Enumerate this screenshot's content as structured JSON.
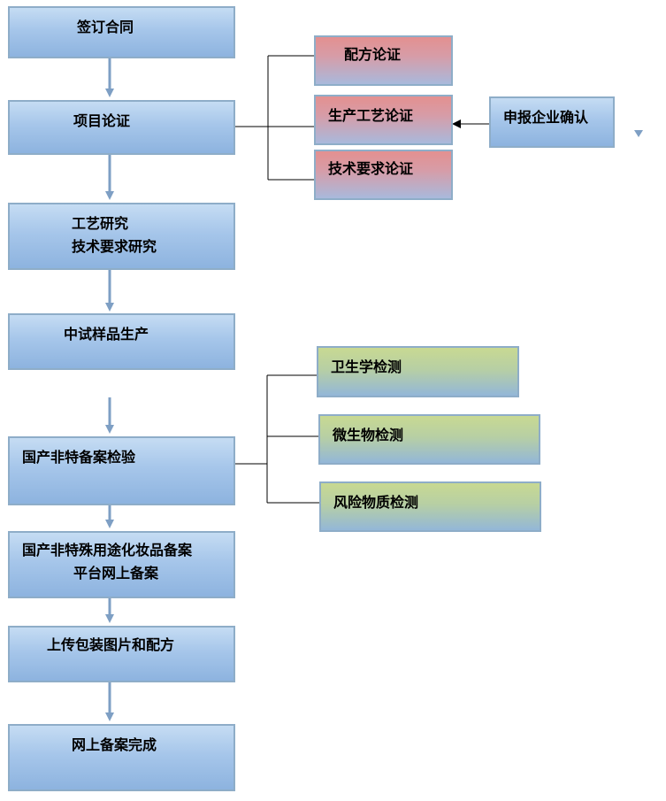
{
  "colors": {
    "main_box": "#a6c6ea",
    "pink_box": "#e39090",
    "green_box": "#c8d992",
    "arrow": "#7e9fc4",
    "connector": "#000000"
  },
  "main_flow": {
    "sign_contract": "签订合同",
    "project_demonstration": "项目论证",
    "process_research_line1": "工艺研究",
    "process_research_line2": "技术要求研究",
    "pilot_sample": "中试样品生产",
    "domestic_inspection": "国产非特备案检验",
    "platform_filing_line1": "国产非特殊用途化妆品备案",
    "platform_filing_line2": "平台网上备案",
    "upload_packaging": "上传包装图片和配方",
    "filing_complete": "网上备案完成"
  },
  "demonstration_branch": {
    "formula": "配方论证",
    "production_process": "生产工艺论证",
    "technical_requirements": "技术要求论证",
    "enterprise_confirm": "申报企业确认"
  },
  "inspection_branch": {
    "hygiene": "卫生学检测",
    "microbial": "微生物检测",
    "risk_substance": "风险物质检测"
  }
}
